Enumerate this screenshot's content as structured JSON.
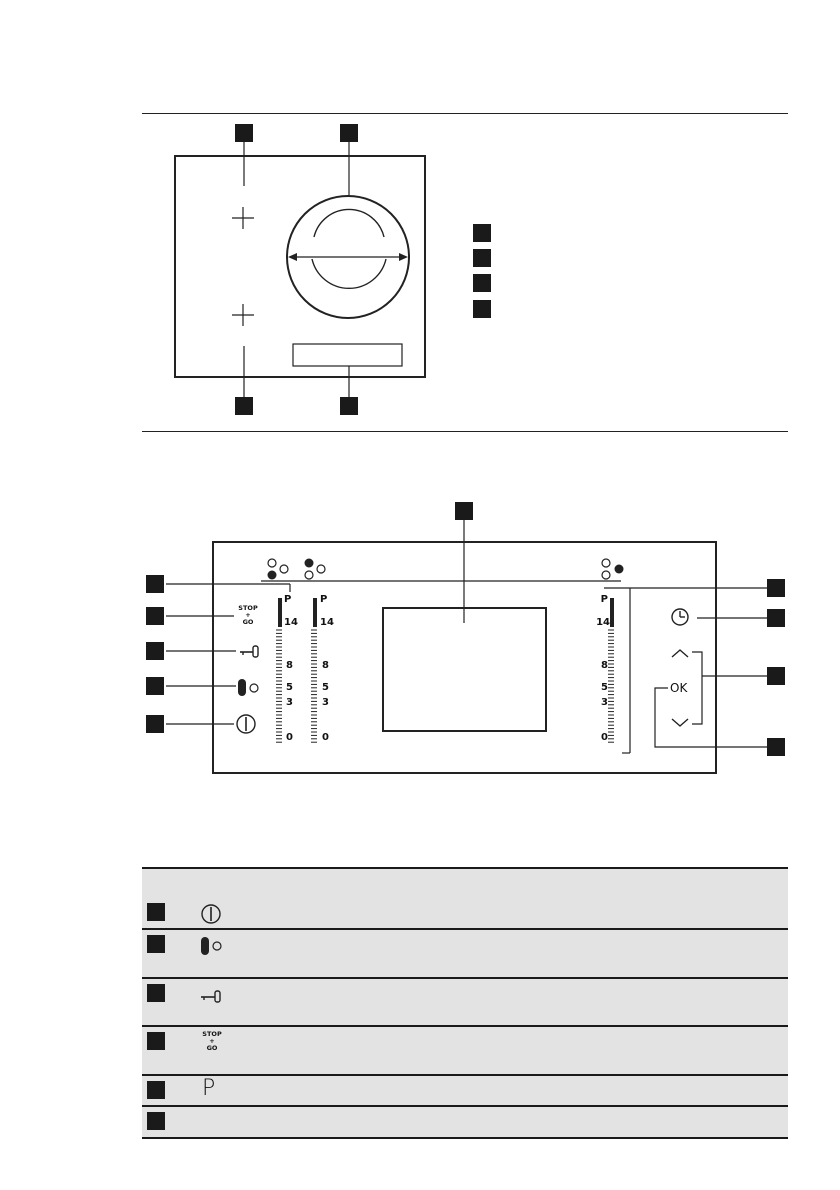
{
  "table": {
    "rows": [
      {
        "symbol": "power-icon"
      },
      {
        "symbol": "bridge-zone-icon"
      },
      {
        "symbol": "lock-icon"
      },
      {
        "symbol": "stop-go-icon"
      },
      {
        "symbol": "P",
        "letter": "P"
      },
      {
        "symbol": ""
      }
    ]
  },
  "panel": {
    "left_scale": {
      "top": "P",
      "ticks": [
        "14",
        "8",
        "5",
        "3",
        "0"
      ]
    },
    "mid_scale": {
      "top": "P",
      "ticks": [
        "14",
        "8",
        "5",
        "3",
        "0"
      ]
    },
    "right_scale": {
      "top": "P",
      "ticks": [
        "14",
        "8",
        "5",
        "3",
        "0"
      ]
    },
    "stop_go": {
      "line1": "STOP",
      "line2": "+",
      "line3": "GO"
    },
    "ok_label": "OK"
  }
}
